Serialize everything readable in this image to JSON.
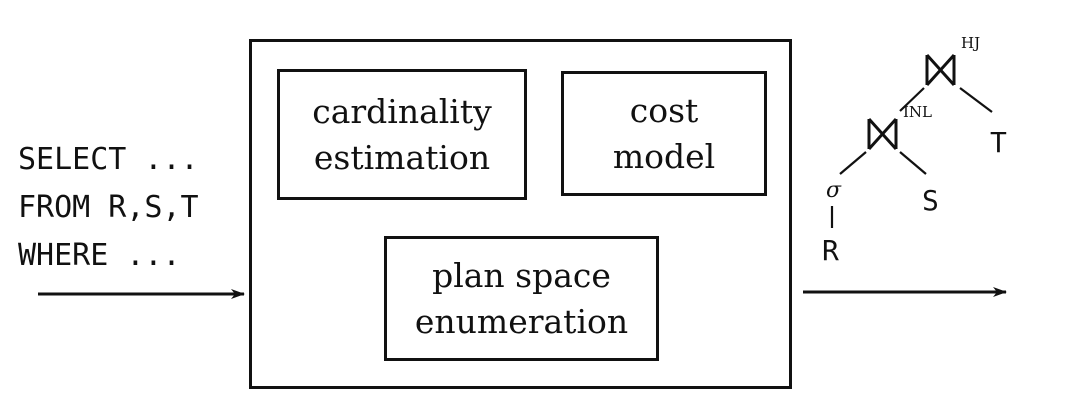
{
  "query": {
    "line1": "SELECT ...",
    "line2": "FROM R,S,T",
    "line3": "WHERE ..."
  },
  "components": {
    "cardinality": "cardinality\nestimation",
    "cost": "cost\nmodel",
    "plan": "plan space\nenumeration"
  },
  "plan_tree": {
    "top_join": "HJ",
    "inner_join": "INL",
    "selection": "σ",
    "rel_r": "R",
    "rel_s": "S",
    "rel_t": "T"
  }
}
